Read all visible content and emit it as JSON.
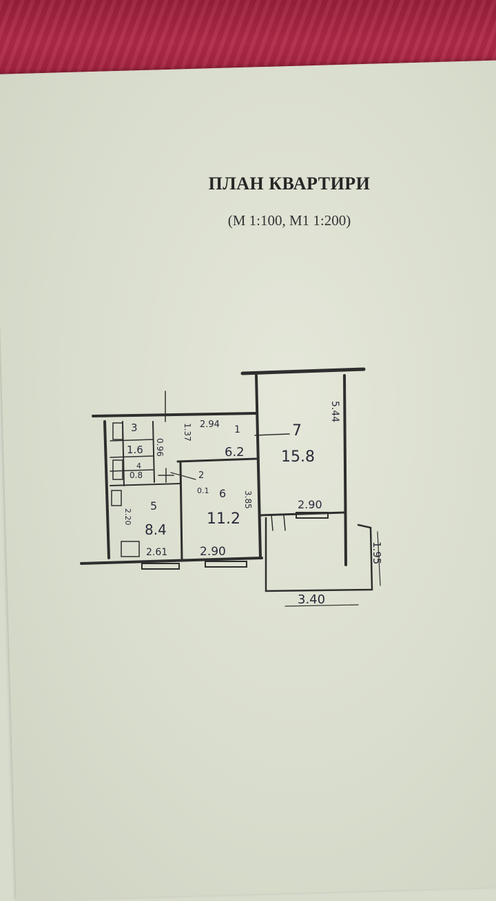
{
  "document": {
    "title": "ПЛАН КВАРТИРИ",
    "scale_note": "(М 1:100, М1 1:200)"
  },
  "rooms": [
    {
      "number": "1",
      "area": "6.2"
    },
    {
      "number": "2",
      "area": "0.1"
    },
    {
      "number": "3",
      "area": "1.6"
    },
    {
      "number": "4",
      "area": "0.8"
    },
    {
      "number": "5",
      "area": "8.4"
    },
    {
      "number": "6",
      "area": "11.2"
    },
    {
      "number": "7",
      "area": "15.8"
    }
  ],
  "dimensions": {
    "corridor_top": "2.94",
    "corridor_side": "1.37",
    "wc_width": "0.96",
    "room5_width": "2.61",
    "room6_width": "2.90",
    "room6_depth": "3.85",
    "room5_depth": "2.20",
    "room7_width": "2.90",
    "room7_depth": "5.44",
    "balcony_width": "3.40",
    "balcony_depth": "1.95"
  }
}
